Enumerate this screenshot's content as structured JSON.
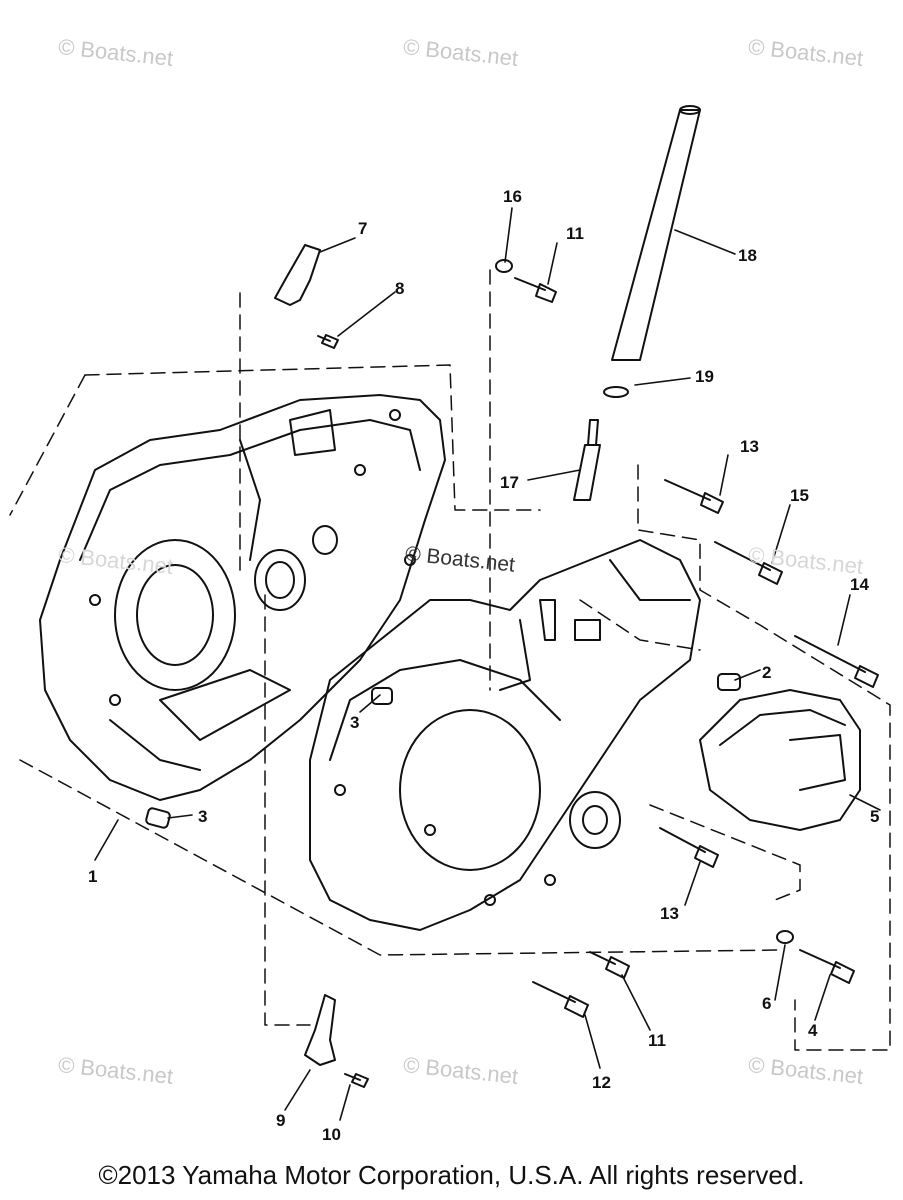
{
  "watermark": "© Boats.net",
  "center_watermark": "© Boats.net",
  "callouts": {
    "c1": "1",
    "c2": "2",
    "c3a": "3",
    "c3b": "3",
    "c4": "4",
    "c5": "5",
    "c6": "6",
    "c7": "7",
    "c8": "8",
    "c9": "9",
    "c10": "10",
    "c11a": "11",
    "c11b": "11",
    "c12": "12",
    "c13a": "13",
    "c13b": "13",
    "c14": "14",
    "c15": "15",
    "c16": "16",
    "c17": "17",
    "c18": "18",
    "c19": "19"
  },
  "copyright": "©2013 Yamaha Motor Corporation, U.S.A. All rights reserved."
}
